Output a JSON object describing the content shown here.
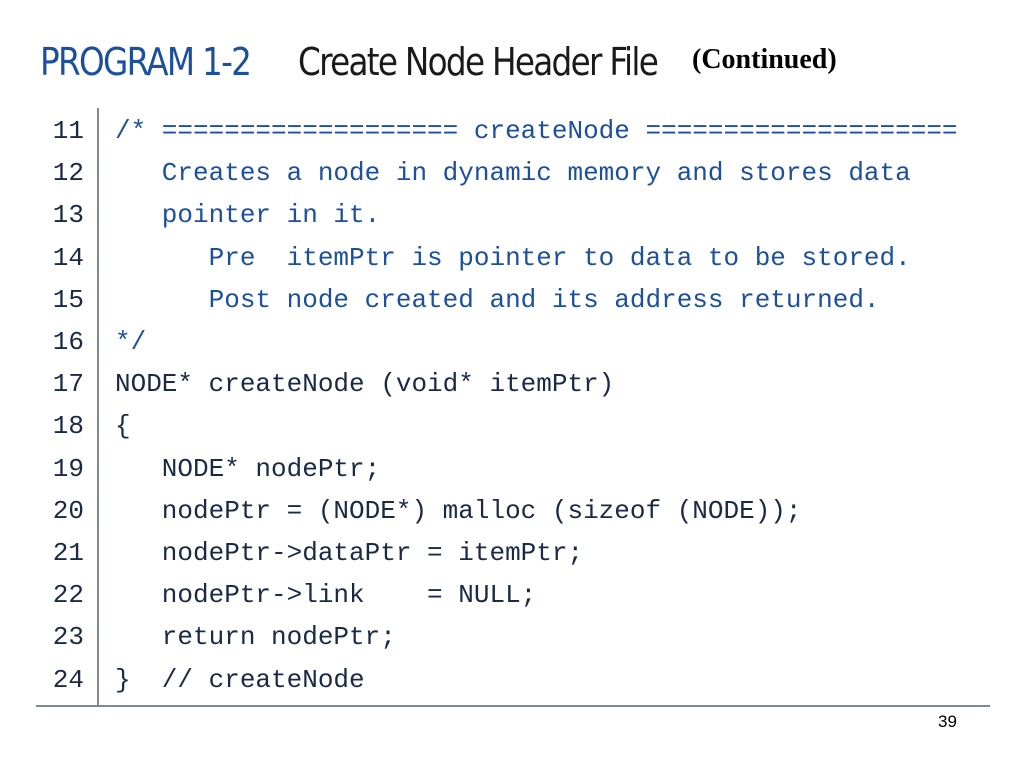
{
  "title": {
    "program_label": "PROGRAM 1-2",
    "name": "Create Node Header File",
    "continued": "(Continued)"
  },
  "code": {
    "lines": [
      {
        "num": "11",
        "text": "/* =================== createNode ====================",
        "comment": true
      },
      {
        "num": "12",
        "text": "   Creates a node in dynamic memory and stores data",
        "comment": true
      },
      {
        "num": "13",
        "text": "   pointer in it.",
        "comment": true
      },
      {
        "num": "14",
        "text": "      Pre  itemPtr is pointer to data to be stored.",
        "comment": true
      },
      {
        "num": "15",
        "text": "      Post node created and its address returned.",
        "comment": true
      },
      {
        "num": "16",
        "text": "*/",
        "comment": true
      },
      {
        "num": "17",
        "text": "NODE* createNode (void* itemPtr)",
        "comment": false
      },
      {
        "num": "18",
        "text": "{",
        "comment": false
      },
      {
        "num": "19",
        "text": "   NODE* nodePtr;",
        "comment": false
      },
      {
        "num": "20",
        "text": "   nodePtr = (NODE*) malloc (sizeof (NODE));",
        "comment": false
      },
      {
        "num": "21",
        "text": "   nodePtr->dataPtr = itemPtr;",
        "comment": false
      },
      {
        "num": "22",
        "text": "   nodePtr->link    = NULL;",
        "comment": false
      },
      {
        "num": "23",
        "text": "   return nodePtr;",
        "comment": false
      },
      {
        "num": "24",
        "text": "}  // createNode",
        "comment": false
      }
    ]
  },
  "page_number": "39",
  "colors": {
    "title_accent": "#1c4f9c",
    "comment": "#1c4f9c",
    "code": "#1a2a44",
    "rule": "#7a8a96"
  }
}
